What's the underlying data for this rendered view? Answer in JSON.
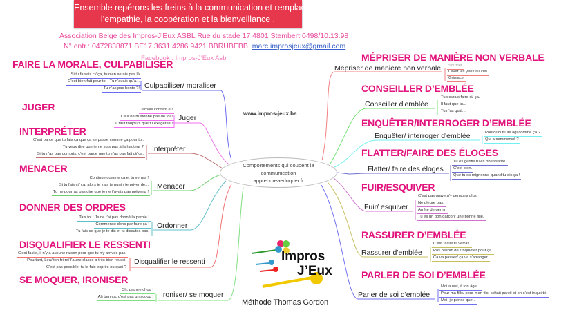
{
  "banner": {
    "line1": "Ensemble repérons les freins à la communication et remplaçons-les par",
    "line2": "l’empathie, la coopération et la bienveillance ."
  },
  "info": {
    "line1": "Association  Belge des Impros-J’Eux  ASBL     Rue du stade 17  4801 Stembert 0498/10.13.98",
    "line2": "N° entr.: 0472838871   BE17 3631 4286 9421   BBRUBEBB",
    "email": "marc.improsjeux@gmail.com",
    "facebook": "Facebook : Impros-J’Eux Asbl"
  },
  "website": "www.impros-jeux.be",
  "center": {
    "line1": "Comportements qui coupent la",
    "line2": "communication",
    "line3": "apprendreaeduquer.fr"
  },
  "footer": "Méthode Thomas Gordon",
  "logo": {
    "text1": "Impros",
    "text2": "J’Eux"
  },
  "left": [
    {
      "heading": "FAIRE LA MORALE, CULPABILISER",
      "label": "Culpabiliser/ moraliser",
      "color": "#6a6af0",
      "subs": [
        "Si tu faisais ci/ ça, tu n'en serais pas là",
        "C'est bien fait pour toi ! Tu n'avais qu'à...",
        "Tu n'as pas honte ?!"
      ]
    },
    {
      "heading": "JUGER",
      "label": "Juger",
      "color": "#f070f0",
      "subs": [
        "Jamais content.e !",
        "Cela ne m'étonne pas de toi !",
        "Il faut toujours que tu exagères !"
      ]
    },
    {
      "heading": "INTERPRÉTER",
      "label": "Interpréter",
      "color": "#c07070",
      "subs": [
        "C'est parce que tu fais ça que ça se passe comme ça pour toi.",
        "Tu veux dire que je ne suis pas à la hauteur ?",
        "Si tu n'as pas compris, c'est parce que tu n'as pas fait ci/ ça."
      ]
    },
    {
      "heading": "MENACER",
      "label": "Menacer",
      "color": "#70d070",
      "subs": [
        "Continue comme ça et tu verras !",
        "Si tu fais ci/ ça, alors je vais te punir/ te priver de...",
        "Tu ne pourras pas dire que je ne t'avais pas prévenu !"
      ]
    },
    {
      "heading": "DONNER DES ORDRES",
      "label": "Ordonner",
      "color": "#60c0c8",
      "subs": [
        "Tais toi ! Je ne t'ai pas donné la parole !",
        "Commence donc par faire ça !",
        "Tu fais ce que je te dis et tu discutes pas."
      ]
    },
    {
      "heading": "DISQUALIFIER LE RESSENTI",
      "label": "Disqualifier le ressenti",
      "color": "#f07070",
      "subs": [
        "C'est facile, il n'y a aucune raison pour que tu n'y arrives pas.",
        "Pourtant, Léa/ ton frère/ l'autre classe a très bien réussi.",
        "C'est pas possible, tu le fais exprès ou quoi ?"
      ]
    },
    {
      "heading": "SE MOQUER, IRONISER",
      "label": "Ironiser/ se moquer",
      "color": "#80e080",
      "subs": [
        "Oh, pauvre chou !",
        "Ah ben ça, c'est pas un scoop !"
      ]
    }
  ],
  "right": [
    {
      "heading": "MÉPRISER DE MANIÈRE NON VERBALE",
      "label": "Mépriser de manière non verbale",
      "color": "#f08080",
      "subs": [
        "Souffler",
        "Lever les yeux au ciel",
        "Grimacer"
      ]
    },
    {
      "heading": "CONSEILLER D’EMBLÉE",
      "label": "Conseiller d'emblée",
      "color": "#70e070",
      "subs": [
        "Tu devrais faire ci/ ça.",
        "Il faut que tu...",
        "Tu n'as qu'à..."
      ]
    },
    {
      "heading": "ENQUÊTER/INTERROGER D’EMBLÉE",
      "label": "Enquêter/ interroger d'emblée",
      "color": "#70f0f0",
      "subs": [
        "Pourquoi tu as agi comme ça ?",
        "Qui a commencé ?"
      ]
    },
    {
      "heading": "FLATTER/FAIRE DES ÉLOGES",
      "label": "Flatter/ faire des éloges",
      "color": "#7070d0",
      "subs": [
        "Tu es gentil/ tu es obéissante.",
        "C'est bien.",
        "Que tu es mignonne quand tu dis ça !"
      ]
    },
    {
      "heading": "FUIR/ESQUIVER",
      "label": "Fuir/ esquiver",
      "color": "#d070d0",
      "subs": [
        "C'est pas grave.n'y pensons plus.",
        "Ne pleure pas.",
        "Arrête de gémir.",
        "Tu es un bon garçon/ une bonne fille."
      ]
    },
    {
      "heading": "RASSURER D’EMBLÉE",
      "label": "Rassurer d'emblée",
      "color": "#c8c060",
      "subs": [
        "C'est facile tu verras.",
        "Pas besoin de t'inquiéter pour ça.",
        "Ca va passer/ ça va s'arranger."
      ]
    },
    {
      "heading": "PARLER DE SOI D’EMBLÉE",
      "label": "Parler de soi d'emblée",
      "color": "#7070f0",
      "subs": [
        "Moi aussi, à ton âge...",
        "Pour ma fille/ pour mon fils, c'était pareil et on s'est inquiété.",
        "Moi, je pense que..."
      ]
    }
  ]
}
